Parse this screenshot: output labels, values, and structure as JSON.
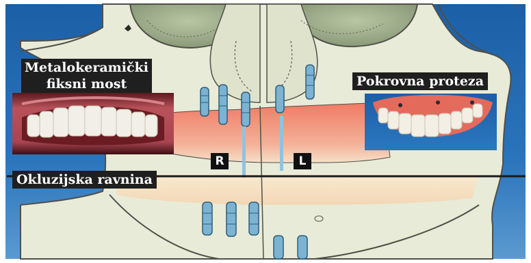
{
  "labels": {
    "bridge_line1": "Metalokeramički",
    "bridge_line2": "fiksni most",
    "overdenture": "Pokrovna proteza",
    "occlusal_plane": "Okluzijska ravnina",
    "right_side": "R",
    "left_side": "L"
  },
  "photos": {
    "fixed_bridge": "fixed-bridge-dental-photo",
    "overdenture": "overdenture-dental-photo"
  },
  "colors": {
    "background_blue": "#1f63a8",
    "bone": "#e9ecd9",
    "bone_outline": "#5a5a55",
    "gum_red": "#e8604c",
    "implant_blue": "#6fa9c9",
    "label_bg": "#1f1f1f"
  }
}
